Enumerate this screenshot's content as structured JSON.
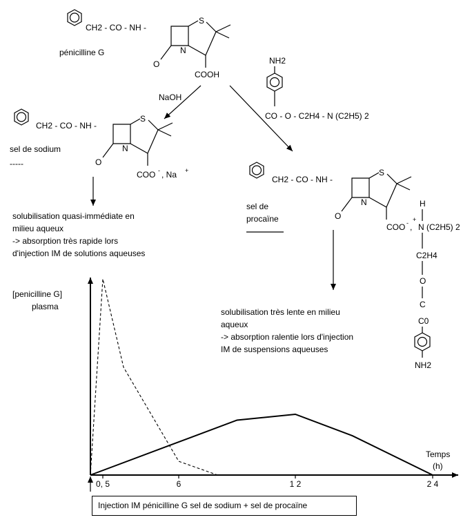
{
  "penicillin_g": {
    "chain": "CH2 - CO - NH -",
    "ring_s": "S",
    "ring_n": "N",
    "ring_o": "O",
    "acid": "COOH",
    "name": "pénicilline G"
  },
  "naoh_label": "NaOH",
  "procaine": {
    "nh2_top": "NH2",
    "chain": "CO - O - C2H4 - N (C2H5) 2"
  },
  "sodium_salt": {
    "chain": "CH2 - CO - NH -",
    "ring_s": "S",
    "ring_n": "N",
    "ring_o": "O",
    "carboxylate": "COO",
    "counter_ion": ", Na",
    "name": "sel de sodium",
    "dashes": "-----",
    "desc": [
      "solubilisation quasi-immédiate en",
      "milieu aqueux",
      "-> absorption très rapide lors",
      "d'injection IM de solutions aqueuses"
    ]
  },
  "procaine_salt": {
    "chain": "CH2 - CO - NH -",
    "ring_s": "S",
    "ring_n": "N",
    "ring_o": "O",
    "carboxylate": "COO",
    "ammonium": "N (C2H5) 2",
    "h": "H",
    "c2h4": "C2H4",
    "o": "O",
    "c": "C",
    "co": "C0",
    "nh2_bottom": "NH2",
    "name_1": "sel de",
    "name_2": "procaïne",
    "desc": [
      "solubilisation très lente en milieu",
      "aqueux",
      "-> absorption ralentie lors d'injection",
      "IM de suspensions aqueuses"
    ]
  },
  "chart_data": {
    "type": "line",
    "ylabel_1": "[penicilline G]",
    "ylabel_2": "plasma",
    "xlabel_1": "Temps",
    "xlabel_2": "(h)",
    "x_tick_labels": [
      "0, 5",
      "6",
      "1 2",
      "2 4"
    ],
    "series": [
      {
        "style": "dashed",
        "x": [
          0,
          0.5,
          2,
          6,
          8
        ],
        "y": [
          0,
          1.0,
          0.55,
          0.07,
          0
        ]
      },
      {
        "style": "solid",
        "x": [
          0,
          9,
          12,
          17,
          24
        ],
        "y": [
          0,
          0.28,
          0.31,
          0.2,
          0
        ]
      }
    ]
  },
  "injection_caption": "Injection IM pénicilline G sel de sodium + sel de procaïne"
}
